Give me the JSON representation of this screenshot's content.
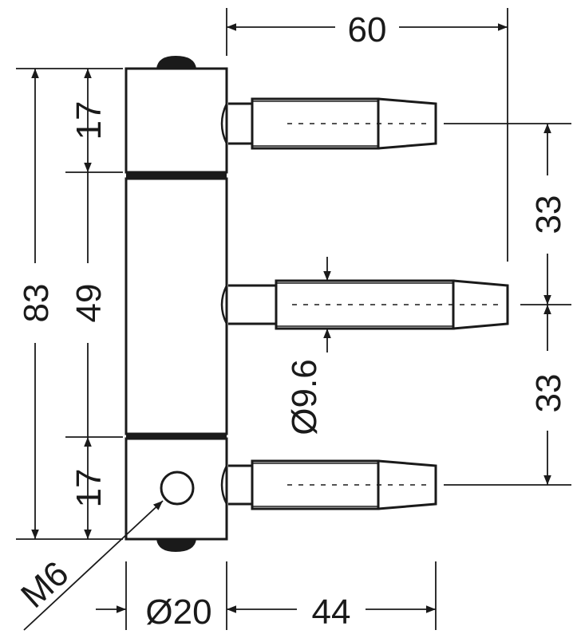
{
  "drawing": {
    "dimensions": {
      "total_height": "83",
      "top_leaf_height": "17",
      "middle_leaf_height": "49",
      "bottom_leaf_height": "17",
      "pin_spacing_upper": "33",
      "pin_spacing_lower": "33",
      "overall_depth": "60",
      "pin_length": "44",
      "barrel_diameter": "Ø20",
      "pin_diameter": "Ø9.6",
      "screw_thread": "M6"
    },
    "colors": {
      "line": "#1a1a1a",
      "background": "#ffffff"
    }
  }
}
